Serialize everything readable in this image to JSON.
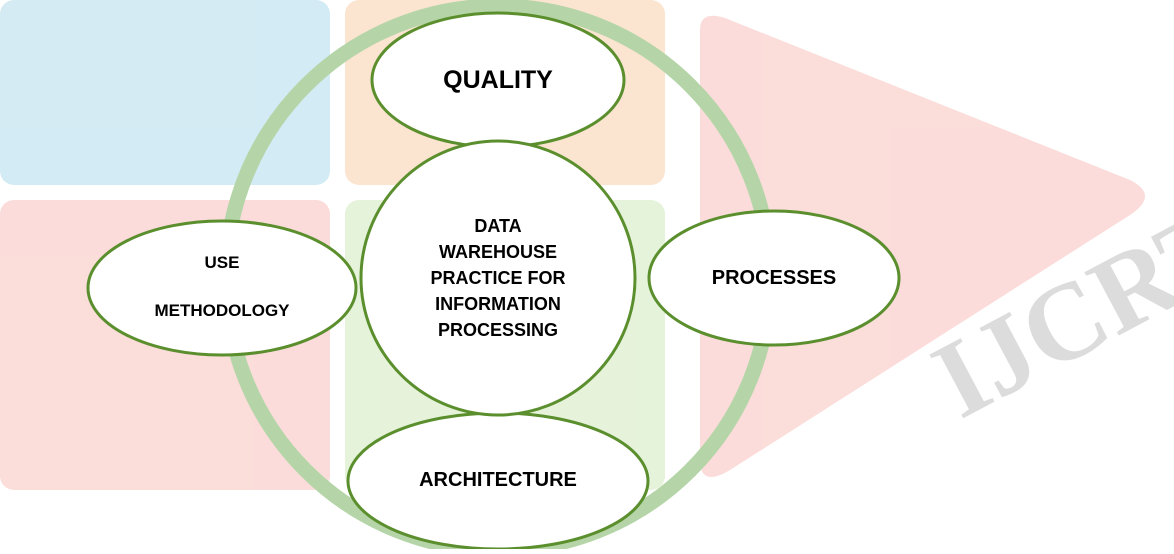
{
  "diagram": {
    "center": {
      "lines": [
        "DATA",
        "WAREHOUSE",
        "PRACTICE FOR",
        "INFORMATION",
        "PROCESSING"
      ]
    },
    "nodes": {
      "top": "QUALITY",
      "right": "PROCESSES",
      "bottom": "ARCHITECTURE",
      "left": [
        "USE",
        "METHODOLOGY"
      ]
    },
    "watermark": "IJCRT"
  },
  "colors": {
    "ring": "#b5d5a8",
    "node_border": "#5b8f2e",
    "wm_blue": "#cfe9f3",
    "wm_orange": "#fbe2cc",
    "wm_red": "#fbd9d6",
    "wm_green": "#e3f2d6",
    "wm_text": "#d9d9d9"
  }
}
